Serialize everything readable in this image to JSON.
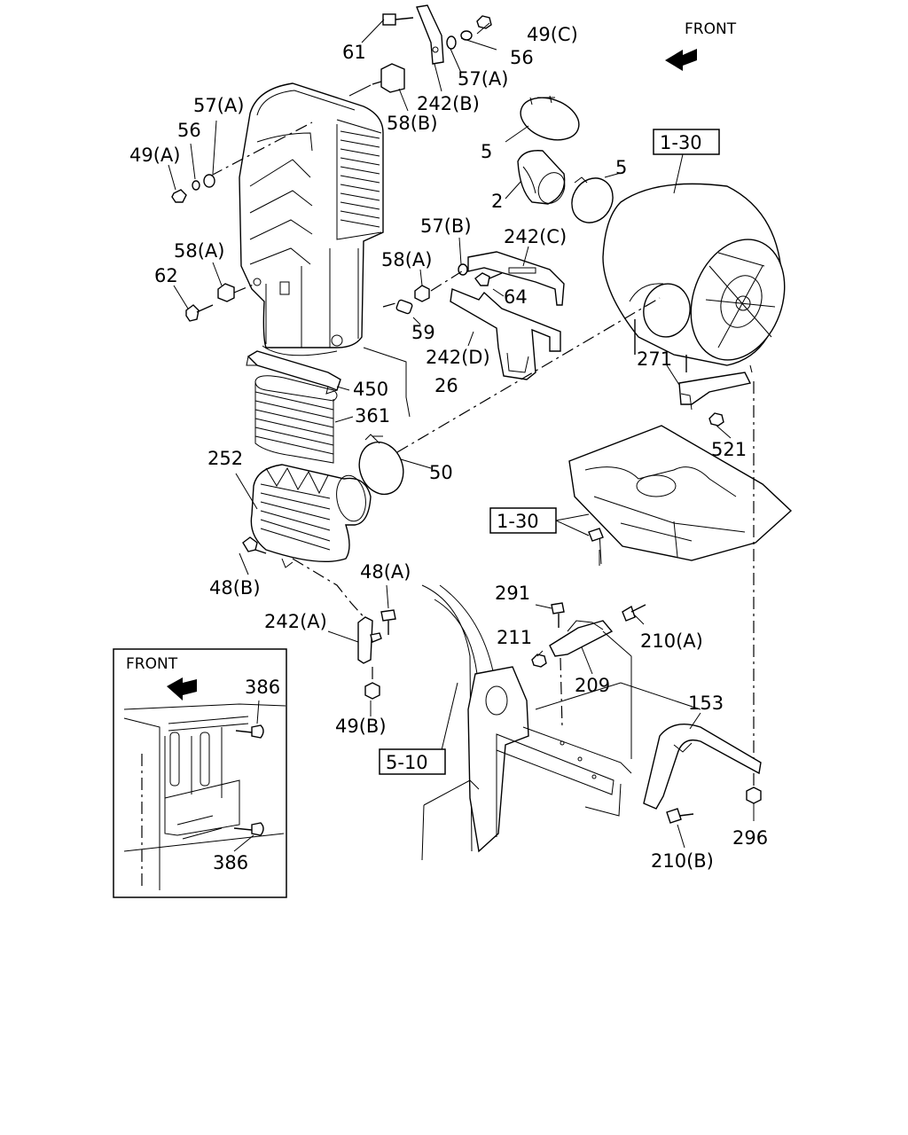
{
  "front_main": "FRONT",
  "front_inset": "FRONT",
  "refs": {
    "r1": "1-30",
    "r2": "1-30",
    "r3": "5-10"
  },
  "parts": {
    "p61": "61",
    "p49c": "49(C)",
    "p56a": "56",
    "p57a_top": "57(A)",
    "p242b": "242(B)",
    "p58b": "58(B)",
    "p57a_left": "57(A)",
    "p56b": "56",
    "p49a": "49(A)",
    "p5a": "5",
    "p5b": "5",
    "p2": "2",
    "p57b": "57(B)",
    "p242c": "242(C)",
    "p58a_left": "58(A)",
    "p62": "62",
    "p58a_mid": "58(A)",
    "p64": "64",
    "p59": "59",
    "p242d": "242(D)",
    "p271": "271",
    "p450": "450",
    "p26": "26",
    "p361": "361",
    "p521": "521",
    "p252": "252",
    "p50": "50",
    "p48b": "48(B)",
    "p48a": "48(A)",
    "p242a": "242(A)",
    "p49b": "49(B)",
    "p291": "291",
    "p211": "211",
    "p210a": "210(A)",
    "p209": "209",
    "p153": "153",
    "p386a": "386",
    "p386b": "386",
    "p296": "296",
    "p210b": "210(B)"
  }
}
